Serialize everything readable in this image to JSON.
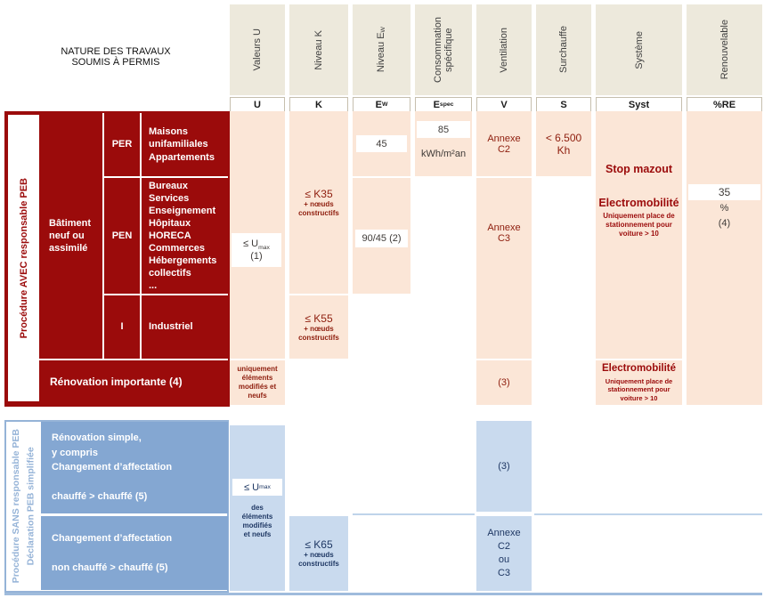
{
  "colors": {
    "dark_red": "#9B0B0B",
    "peach": "#FBE6D7",
    "header_beige": "#EDE9DC",
    "blue": "#84A7D2",
    "light_blue": "#C9DAEE",
    "navy": "#1F3864",
    "maroon_text": "#8E1D0D"
  },
  "corner": {
    "title": "NATURE DES TRAVAUX\nSOUMIS À PERMIS"
  },
  "columns": [
    {
      "header": "Valeurs U",
      "code": "U"
    },
    {
      "header": "Niveau K",
      "code": "K"
    },
    {
      "header_main": "Niveau E",
      "header_sub": "W",
      "code_main": "E",
      "code_sub": "W"
    },
    {
      "header": "Consommation\nspécifique",
      "code_main": "E",
      "code_sub": "spec"
    },
    {
      "header": "Ventilation",
      "code": "V"
    },
    {
      "header": "Surchauffe",
      "code": "S"
    },
    {
      "header": "Système",
      "code": "Syst"
    },
    {
      "header": "Renouvelable",
      "code": "%RE"
    }
  ],
  "red": {
    "side_label": "Procédure AVEC responsable PEB",
    "building": "Bâtiment\nneuf  ou\nassimilé",
    "rows": [
      {
        "code": "PER",
        "desc": "Maisons\nunifamiliales\nAppartements"
      },
      {
        "code": "PEN",
        "desc": "Bureaux\nServices\nEnseignement\nHôpitaux\nHORECA\nCommerces\nHébergements\ncollectifs\n..."
      },
      {
        "code": "I",
        "desc": "Industriel"
      }
    ],
    "renovation": "Rénovation importante (4)",
    "values": {
      "u_main": "≤ U",
      "u_sub": "max",
      "u_note": "(1)",
      "u_renovation": "uniquement\néléments\nmodifiés et\nneufs",
      "k35": "≤ K35",
      "k35_note": "+ nœuds\nconstructifs",
      "k55": "≤ K55",
      "k55_note": "+ nœuds\nconstructifs",
      "ew_per": "45",
      "ew_pen": "90/45 (2)",
      "espec": "85",
      "espec_unit": "kWh/m²an",
      "v_per": "Annexe\nC2",
      "v_pen": "Annexe\nC3",
      "v_renovation": "(3)",
      "s_per": "< 6.500\nKh",
      "syst_stop": "Stop mazout",
      "syst_electro": "Electromobilité",
      "syst_note": "Uniquement place de\nstationnement pour\nvoiture > 10",
      "re": "35",
      "re_unit": "%",
      "re_note": "(4)"
    }
  },
  "blue": {
    "side_label_1": "Procédure SANS responsable PEB",
    "side_label_2": "Déclaration PEB simplifiée",
    "row1": "Rénovation simple,\ny compris\nChangement d’affectation\n\nchauffé > chauffé (5)",
    "row2": "Changement d’affectation\n\nnon chauffé > chauffé (5)",
    "values": {
      "u_main": "≤ U",
      "u_sub": "max",
      "u_note": "des\néléments\nmodifiés\net neufs",
      "k65": "≤ K65",
      "k65_note": "+ nœuds\nconstructifs",
      "v_row1": "(3)",
      "v_row2": "Annexe\nC2\nou\nC3"
    }
  }
}
